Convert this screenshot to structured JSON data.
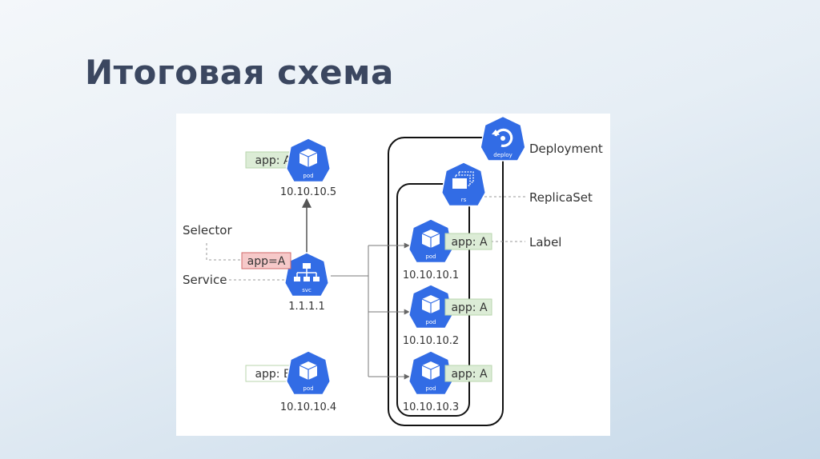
{
  "title": "Итоговая схема",
  "diagram": {
    "labels": {
      "deployment": "Deployment",
      "replicaset": "ReplicaSet",
      "label": "Label",
      "selector": "Selector",
      "service": "Service"
    },
    "deploy_icon": {
      "name": "deploy",
      "icon": "refresh-icon"
    },
    "rs_icon": {
      "name": "rs",
      "icon": "stacked-boxes-icon"
    },
    "svc": {
      "name": "svc",
      "ip": "1.1.1.1",
      "selector": "app=A",
      "icon": "network-tree-icon"
    },
    "pods": [
      {
        "name": "pod",
        "ip": "10.10.10.5",
        "label": "app: A"
      },
      {
        "name": "pod",
        "ip": "10.10.10.1",
        "label": "app: A"
      },
      {
        "name": "pod",
        "ip": "10.10.10.2",
        "label": "app: A"
      },
      {
        "name": "pod",
        "ip": "10.10.10.3",
        "label": "app: A"
      },
      {
        "name": "pod",
        "ip": "10.10.10.4",
        "label": "app: B"
      }
    ],
    "colors": {
      "k8s_blue": "#326ce5",
      "label_green_bg": "#dcecd6",
      "label_green_border": "#b9d6ae",
      "selector_red_bg": "#f6c9c9",
      "selector_red_border": "#d16a6a"
    }
  }
}
